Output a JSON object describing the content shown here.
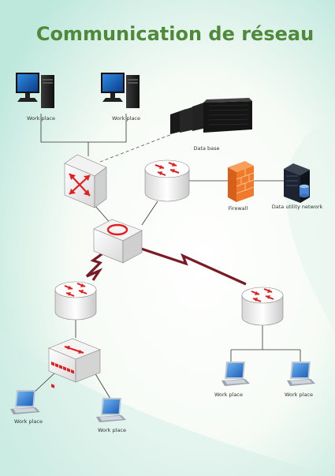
{
  "diagram": {
    "title": "Communication de réseau",
    "labels": {
      "workplace_top_left": "Work place",
      "workplace_top_right": "Work place",
      "database": "Data base",
      "firewall": "Firewall",
      "data_utility": "Data utility network",
      "laptop_right_1": "Work place",
      "laptop_right_2": "Work place",
      "laptop_left_1": "Work place",
      "laptop_left_2": "Work place"
    },
    "colors": {
      "title": "#4f8a3a",
      "arrows": "#e02020",
      "wan_link": "#7a1a24",
      "firewall": "#f07a2a",
      "background_tint": "#cfeee4"
    }
  }
}
